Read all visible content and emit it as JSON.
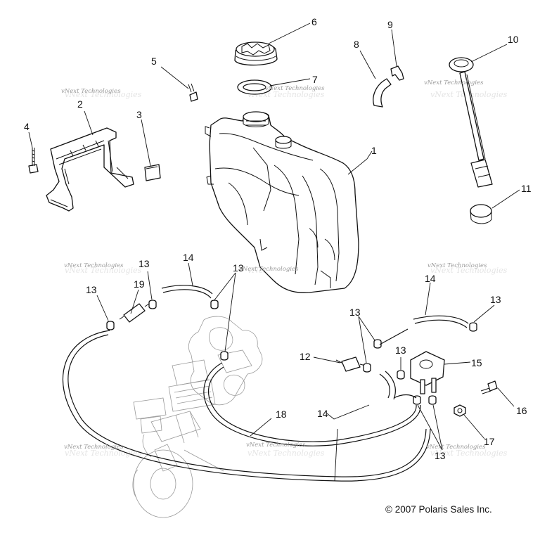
{
  "diagram": {
    "callouts": [
      "1",
      "2",
      "3",
      "4",
      "5",
      "6",
      "7",
      "8",
      "9",
      "10",
      "11",
      "12",
      "13",
      "14",
      "15",
      "16",
      "17",
      "18",
      "19"
    ],
    "watermark": "vNext Technologies",
    "copyright": "© 2007 Polaris Sales Inc."
  }
}
